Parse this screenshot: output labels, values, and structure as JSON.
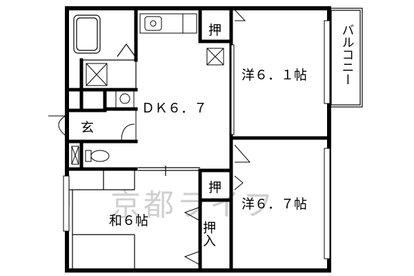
{
  "rooms": {
    "dk": "ＤＫ６．７",
    "western_1": "洋６．１帖",
    "western_2": "洋６．７帖",
    "japanese": "和６帖"
  },
  "storage": {
    "closet_top": "押",
    "closet_middle": "押",
    "closet_lower": "押入"
  },
  "entrance": "玄",
  "balcony": "バルコニー",
  "watermark": "京都ライフ"
}
